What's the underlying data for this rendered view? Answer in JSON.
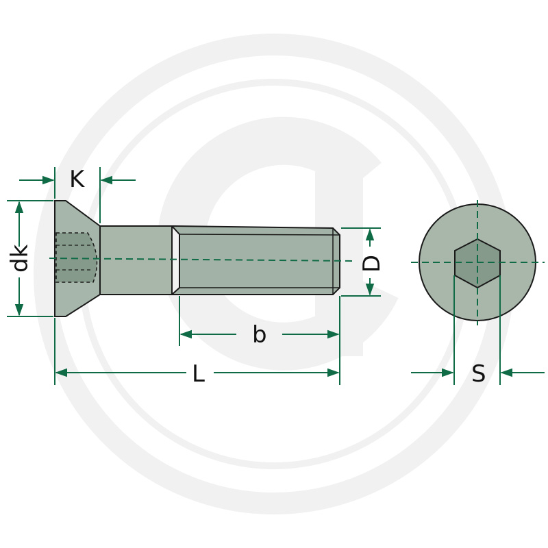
{
  "labels": {
    "K": "K",
    "dk": "dk",
    "D": "D",
    "b": "b",
    "L": "L",
    "S": "S"
  },
  "colors": {
    "dimension": "#0f6b45",
    "body_fill": "#a9b7ab",
    "body_dark": "#8d9e93",
    "outline": "#1a1a1a",
    "watermark": "#f0f0f0"
  },
  "watermark": {
    "icon": "granit-g-logo-icon"
  }
}
